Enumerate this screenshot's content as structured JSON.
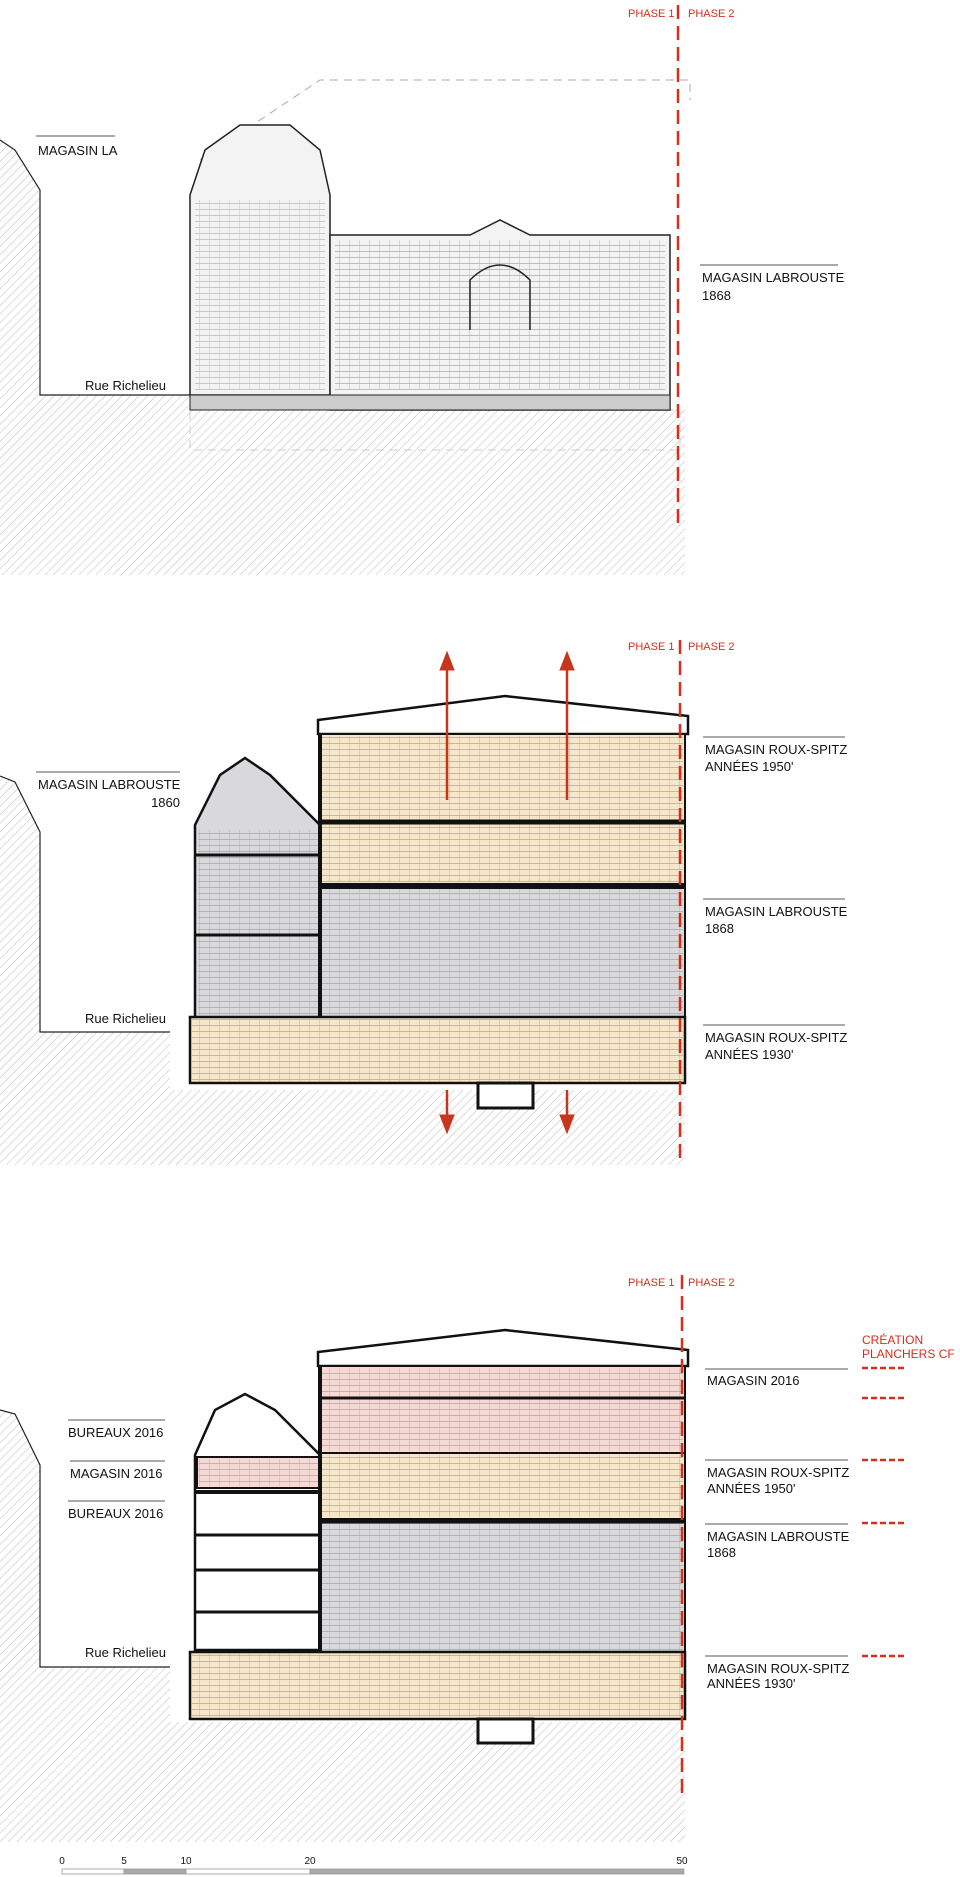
{
  "phase_labels": {
    "phase1": "PHASE 1",
    "phase2": "PHASE 2"
  },
  "colors": {
    "phase_line": "#d2301c",
    "roux_spitz": "#f7e6c8",
    "labrouste": "#d9d9db",
    "magasin_2016": "#f6d9d2",
    "structure": "#111111"
  },
  "panel_1": {
    "left_label": "MAGASIN LA",
    "right_label": {
      "line1": "MAGASIN LABROUSTE",
      "line2": "1868"
    },
    "street": "Rue Richelieu"
  },
  "panel_2": {
    "left_label": {
      "line1": "MAGASIN LABROUSTE",
      "line2": "1860"
    },
    "right_labels": [
      {
        "line1": "MAGASIN ROUX-SPITZ",
        "line2": "ANNÉES 1950'"
      },
      {
        "line1": "MAGASIN LABROUSTE",
        "line2": "1868"
      },
      {
        "line1": "MAGASIN ROUX-SPITZ",
        "line2": "ANNÉES 1930'"
      }
    ],
    "street": "Rue Richelieu"
  },
  "panel_3": {
    "left_labels": [
      "BUREAUX 2016",
      "MAGASIN 2016",
      "BUREAUX 2016"
    ],
    "right_labels": [
      {
        "line1": "MAGASIN 2016",
        "line2": ""
      },
      {
        "line1": "MAGASIN ROUX-SPITZ",
        "line2": "ANNÉES 1950'"
      },
      {
        "line1": "MAGASIN LABROUSTE",
        "line2": "1868"
      },
      {
        "line1": "MAGASIN ROUX-SPITZ",
        "line2": "ANNÉES 1930'"
      }
    ],
    "legend": {
      "line1": "CRÉATION",
      "line2": "PLANCHERS CF"
    },
    "street": "Rue Richelieu"
  },
  "scale_bar": {
    "ticks": [
      "0",
      "5",
      "10",
      "20",
      "50"
    ]
  }
}
